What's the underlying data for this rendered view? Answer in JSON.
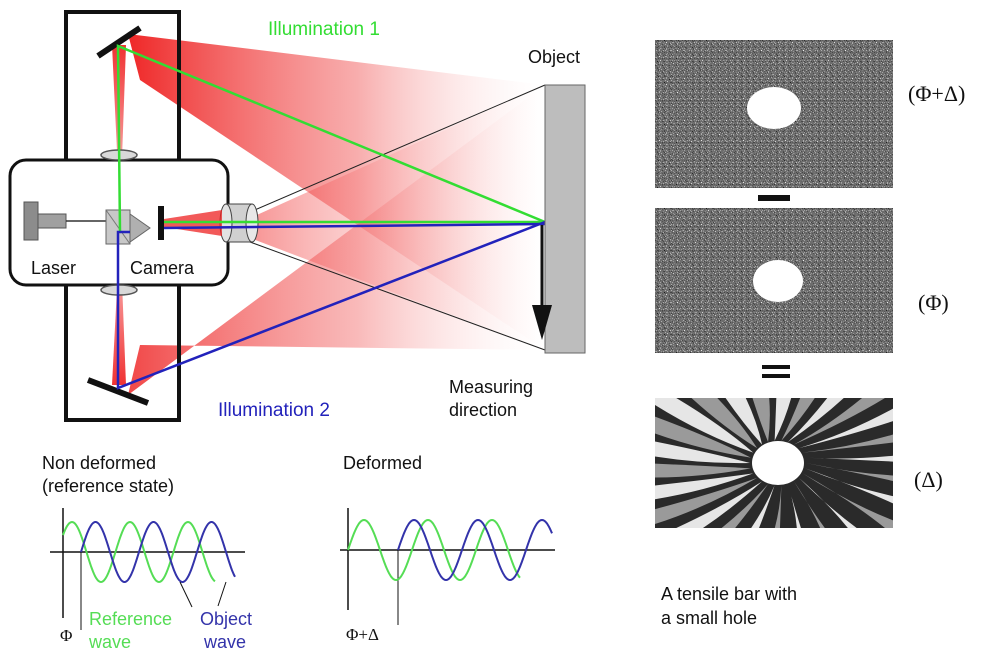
{
  "labels": {
    "illumination1": "Illumination 1",
    "illumination2": "Illumination 2",
    "object": "Object",
    "laser": "Laser",
    "camera": "Camera",
    "measuring_line1": "Measuring",
    "measuring_line2": "direction"
  },
  "waves": {
    "left_title_line1": "Non deformed",
    "left_title_line2": "(reference state)",
    "right_title": "Deformed",
    "reference_line1": "Reference",
    "reference_line2": "wave",
    "object_line1": "Object",
    "object_line2": "wave",
    "phi": "Φ",
    "phi_delta": "Φ+Δ"
  },
  "panels": {
    "top_label": "(Φ+Δ)",
    "middle_label": "(Φ)",
    "bottom_label": "(Δ)",
    "minus_sign": "—",
    "caption_line1": "A tensile bar with",
    "caption_line2": "a small hole"
  },
  "colors": {
    "illumination1": "#33dd33",
    "illumination2": "#2222bb",
    "beam": "#ee2222",
    "object_plate": "#bdbdbd",
    "reference_wave": "#55dd55",
    "object_wave": "#3333aa"
  }
}
